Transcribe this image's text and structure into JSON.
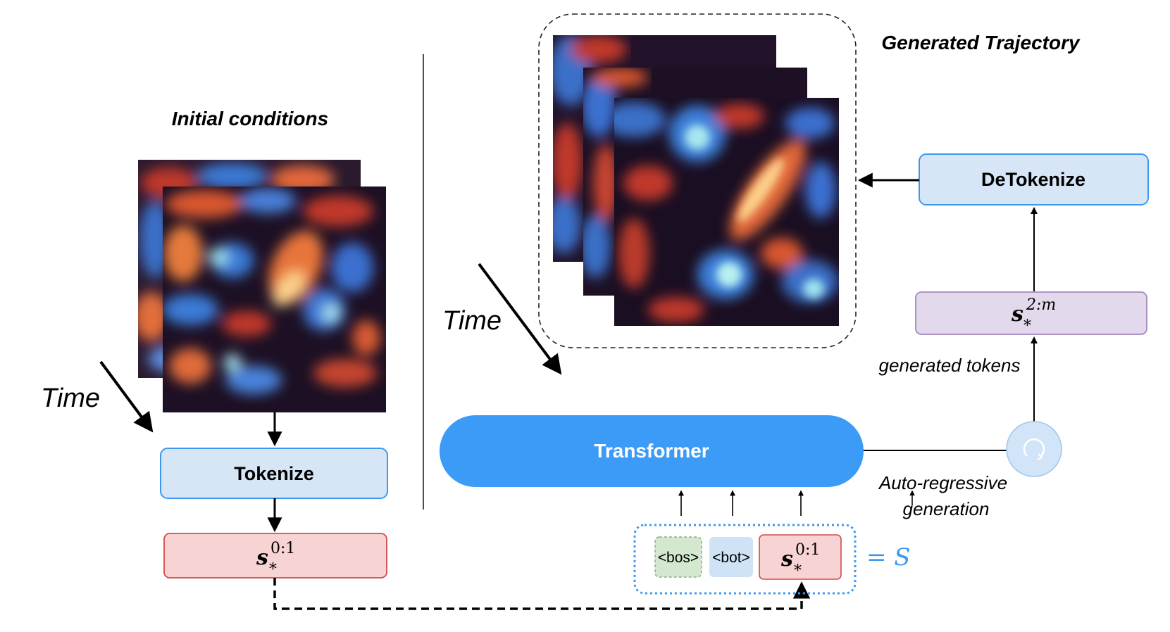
{
  "labels": {
    "initial_conditions": "Initial conditions",
    "generated_trajectory": "Generated Trajectory",
    "time_left": "Time",
    "time_right": "Time",
    "generated_tokens": "generated tokens",
    "autoregressive_line1": "Auto-regressive",
    "autoregressive_line2": "generation",
    "equals_s": "= S"
  },
  "boxes": {
    "tokenize": "Tokenize",
    "detokenize": "DeTokenize",
    "transformer": "Transformer"
  },
  "tokens": {
    "bos": "<bos>",
    "bot": "<bot>",
    "s_symbol": "s",
    "s_sub": "*",
    "s01_sup": "0:1",
    "s2m_sup": "2:m"
  },
  "colors": {
    "box_blue_fill": "#d7e6f7",
    "box_blue_stroke": "#3d98f0",
    "transformer_fill": "#3c9bf7",
    "token_red_fill": "#f7d3d3",
    "token_red_stroke": "#d24b4b",
    "token_purple_fill": "#e3d9ec",
    "token_purple_stroke": "#a487be",
    "bos_fill": "#d3e8cf",
    "bos_stroke": "#86b27b",
    "bot_fill": "#cfe2f6",
    "seq_border": "#3d98f0",
    "equals_s": "#3d98f0",
    "field_blue_bright": "#bfeff0",
    "field_blue": "#3a7ad6",
    "field_dark": "#1a1020",
    "field_red": "#c0392b",
    "field_orange_bright": "#fbd08a"
  }
}
